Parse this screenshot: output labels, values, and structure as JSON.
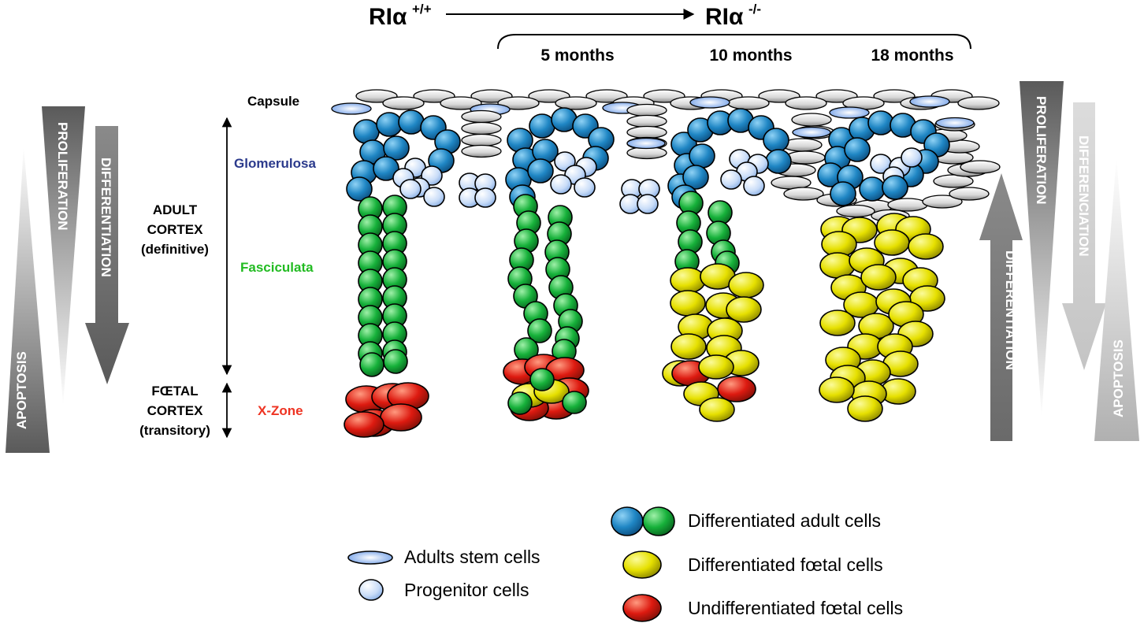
{
  "header": {
    "wildtype": "RIα",
    "wildtype_sup": "+/+",
    "knockout": "RIα",
    "knockout_sup": "-/-",
    "ages": [
      "5 months",
      "10 months",
      "18 months"
    ]
  },
  "zones": {
    "capsule": "Capsule",
    "glomerulosa": "Glomerulosa",
    "fasciculata": "Fasciculata",
    "xzone": "X-Zone",
    "adult_cortex": [
      "ADULT",
      "CORTEX",
      "(definitive)"
    ],
    "foetal_cortex": [
      "FŒTAL",
      "CORTEX",
      "(transitory)"
    ]
  },
  "side_labels": {
    "left_apoptosis": "APOPTOSIS",
    "left_proliferation": "PROLIFERATION",
    "left_differentiation": "DIFFERENTIATION",
    "right_differentiation": "DIFFERENTIATION",
    "right_proliferation": "PROLIFERATION",
    "right_differenciation": "DIFFERENCIATION",
    "right_apoptosis": "APOPTOSIS"
  },
  "legend": {
    "stem": "Adults stem cells",
    "progenitor": "Progenitor cells",
    "adult": "Differentiated  adult cells",
    "foetal": "Differentiated  fœtal cells",
    "undiff": "Undifferentiated  fœtal cells"
  },
  "colors": {
    "glomerulosa_label": "#2b3a8c",
    "fasciculata_label": "#22bb22",
    "xzone_label": "#ee3322",
    "blue_cell": "#1f86c4",
    "green_cell": "#16b13a",
    "yellow_cell": "#e6e000",
    "red_cell": "#dd1a10",
    "stem_cell": "#9ec4f0",
    "progenitor_cell": "#c8dcf8",
    "capsule_cell": "#d0d0d0"
  }
}
